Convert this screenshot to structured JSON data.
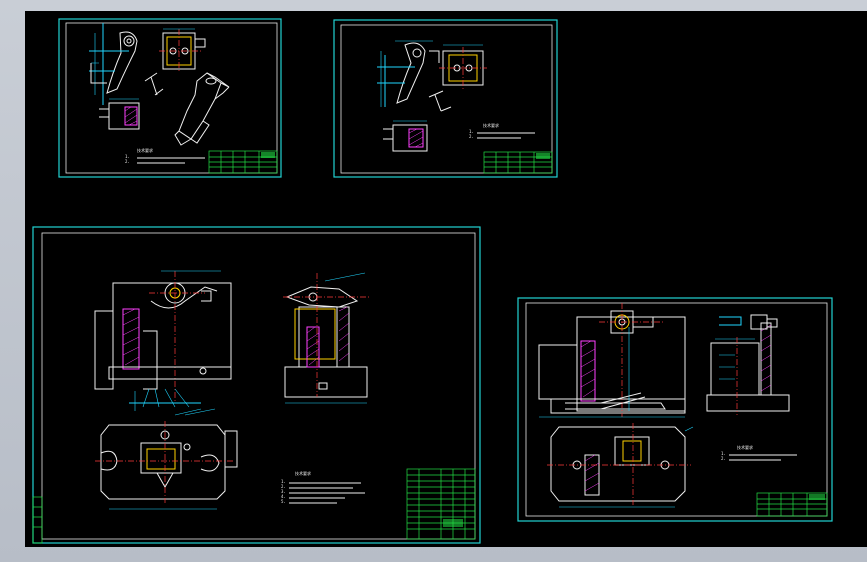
{
  "sheets": [
    {
      "id": "sheet-1",
      "scale_note": "",
      "tech_title": "技术要求",
      "tech_lines": [
        "1.",
        "2."
      ]
    },
    {
      "id": "sheet-2",
      "scale_note": "",
      "tech_title": "技术要求",
      "tech_lines": [
        "1.",
        "2."
      ]
    },
    {
      "id": "sheet-3",
      "scale_note": "",
      "tech_title": "技术要求",
      "tech_lines": [
        "1.",
        "2.",
        "3.",
        "4.",
        "5."
      ]
    },
    {
      "id": "sheet-4",
      "scale_note": "",
      "tech_title": "技术要求",
      "tech_lines": [
        "1.",
        "2."
      ]
    }
  ],
  "colors": {
    "background": "#000000",
    "sheet_border": "#22d3d3",
    "geometry": "#f0f0f0",
    "dimensions": "#1fd6ff",
    "centerlines": "#ff3b3b",
    "hatching": "#ff40ff",
    "title_block": "#22dd44"
  }
}
